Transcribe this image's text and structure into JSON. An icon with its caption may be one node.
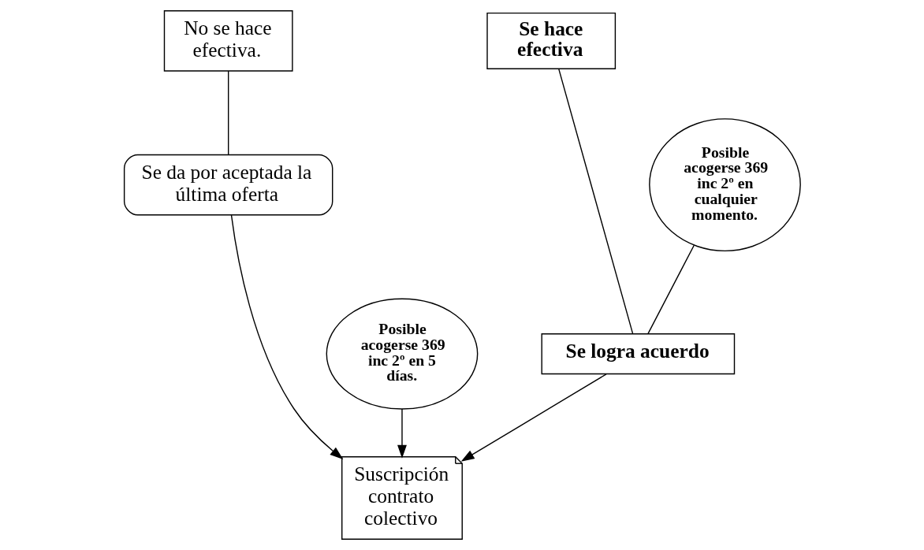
{
  "diagram": {
    "nodes": [
      {
        "text": [
          "No se hace efectiva."
        ]
      },
      {
        "text": [
          "Se da por aceptada la última oferta"
        ]
      },
      {
        "text": [
          "Posible acogerse 369 inc 2º en 5 días."
        ]
      },
      {
        "text": [
          "Suscripción contrato colectivo"
        ]
      },
      {
        "text": [
          "Se hace efectiva"
        ]
      },
      {
        "text": [
          "Posible acogerse 369 inc 2º en cualquier momento."
        ]
      },
      {
        "text": [
          "Se logra acuerdo"
        ]
      }
    ],
    "edges": [
      {
        "from": 0,
        "to": 1,
        "arrow": "none"
      },
      {
        "from": 1,
        "to": 3,
        "arrow": "to"
      },
      {
        "from": 2,
        "to": 3,
        "arrow": "to"
      },
      {
        "from": 4,
        "to": 6,
        "arrow": "none"
      },
      {
        "from": 5,
        "to": 6,
        "arrow": "none"
      },
      {
        "from": 6,
        "to": 3,
        "arrow": "to"
      }
    ]
  }
}
